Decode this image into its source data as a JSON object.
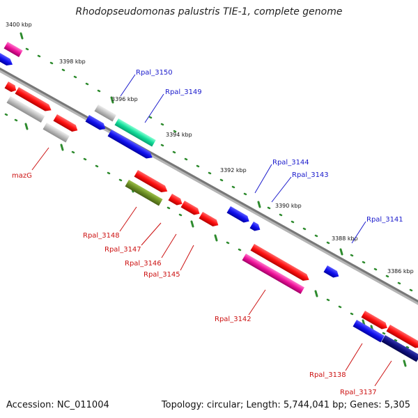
{
  "title": "Rhodopseudomonas palustris TIE-1, complete genome",
  "accession": "Accession: NC_011004",
  "topology": "Topology: circular; Length: 5,744,041 bp; Genes: 5,305",
  "colors": {
    "backbone": "#8a8a8a",
    "tick": "#2e8b2e",
    "label_forward": "#1a1acc",
    "label_reverse": "#cc1111",
    "red": "#ff1010",
    "blue": "#1010ee",
    "gray": "#bdbdbd",
    "pink": "#ee1199",
    "teal": "#11dd99",
    "olive": "#6b8e23",
    "navy": "#101080"
  },
  "ticks": [
    "3400 kbp",
    "3398 kbp",
    "3396 kbp",
    "3394 kbp",
    "3392 kbp",
    "3390 kbp",
    "3388 kbp",
    "3386 kbp"
  ],
  "labels": {
    "forward": [
      "Rpal_3150",
      "Rpal_3149",
      "Rpal_3144",
      "Rpal_3143",
      "Rpal_3141"
    ],
    "reverse": [
      "mazG",
      "Rpal_3148",
      "Rpal_3147",
      "Rpal_3146",
      "Rpal_3145",
      "Rpal_3142",
      "Rpal_3138",
      "Rpal_3137"
    ]
  }
}
